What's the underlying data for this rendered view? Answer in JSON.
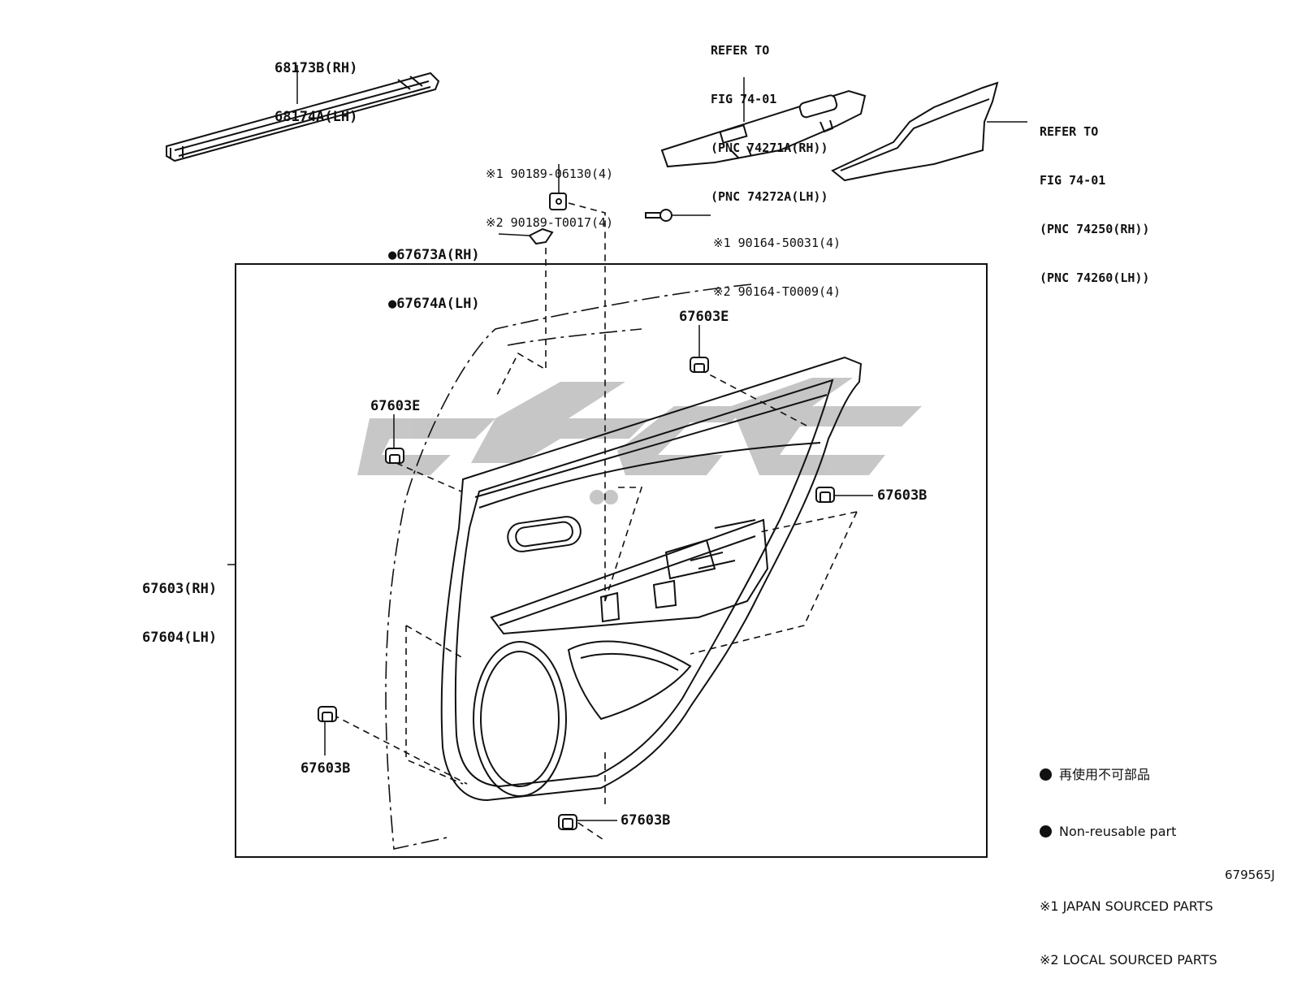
{
  "parts": {
    "weatherstrip": [
      "68173B(RH)",
      "68174A(LH)"
    ],
    "switch_base_ref": [
      "REFER TO",
      "FIG 74-01",
      "(PNC 74271A(RH))",
      "(PNC 74272A(LH))"
    ],
    "armrest_ref": [
      "REFER TO",
      "FIG 74-01",
      "(PNC 74250(RH))",
      "(PNC 74260(LH))"
    ],
    "clip_nut": [
      "※1 90189-06130(4)",
      "※2 90189-T0017(4)"
    ],
    "screw": [
      "※1 90164-50031(4)",
      "※2 90164-T0009(4)"
    ],
    "bracket": [
      "●67673A(RH)",
      "●67674A(LH)"
    ],
    "clip_e_top": "67603E",
    "clip_e_left": "67603E",
    "clip_b_right": "67603B",
    "clip_b_left": "67603B",
    "clip_b_bottom": "67603B",
    "door_trim": [
      "67603(RH)",
      "67604(LH)"
    ]
  },
  "legend": {
    "non_reusable_ja": "再使用不可部品",
    "non_reusable_en": "Non-reusable part",
    "japan_sourced": "※1 JAPAN SOURCED PARTS",
    "local_sourced": "※2 LOCAL SOURCED PARTS"
  },
  "figure_ref": "679565J",
  "colors": {
    "ink": "#111111",
    "watermark": "#bdbdbd"
  }
}
